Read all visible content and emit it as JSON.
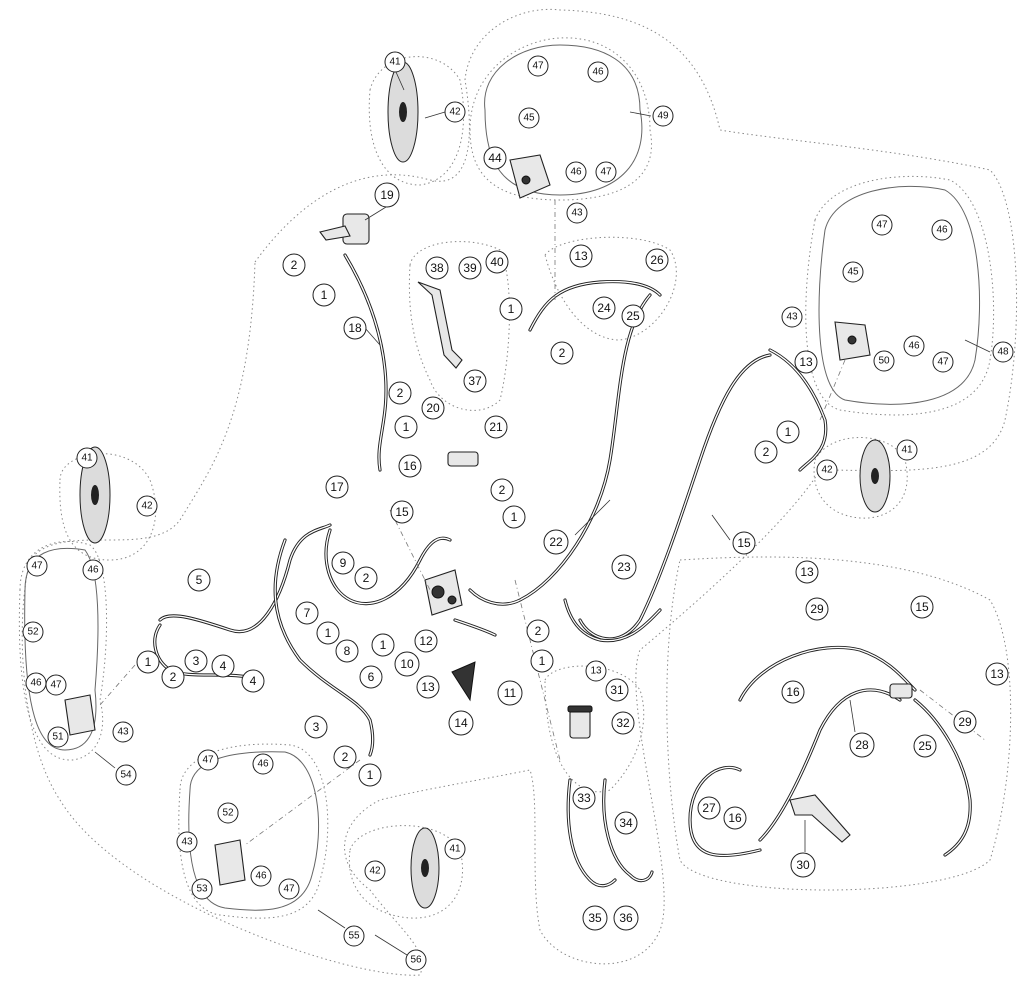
{
  "diagram": {
    "callouts": [
      "1",
      "2",
      "3",
      "4",
      "5",
      "6",
      "7",
      "8",
      "9",
      "10",
      "11",
      "12",
      "13",
      "14",
      "15",
      "16",
      "17",
      "18",
      "19",
      "20",
      "21",
      "22",
      "23",
      "24",
      "25",
      "26",
      "27",
      "28",
      "29",
      "30",
      "31",
      "32",
      "33",
      "34",
      "35",
      "36",
      "37",
      "38",
      "39",
      "40",
      "41",
      "42",
      "43",
      "44",
      "45",
      "46",
      "47",
      "48",
      "49",
      "50",
      "51",
      "52",
      "53",
      "54",
      "55",
      "56"
    ]
  }
}
